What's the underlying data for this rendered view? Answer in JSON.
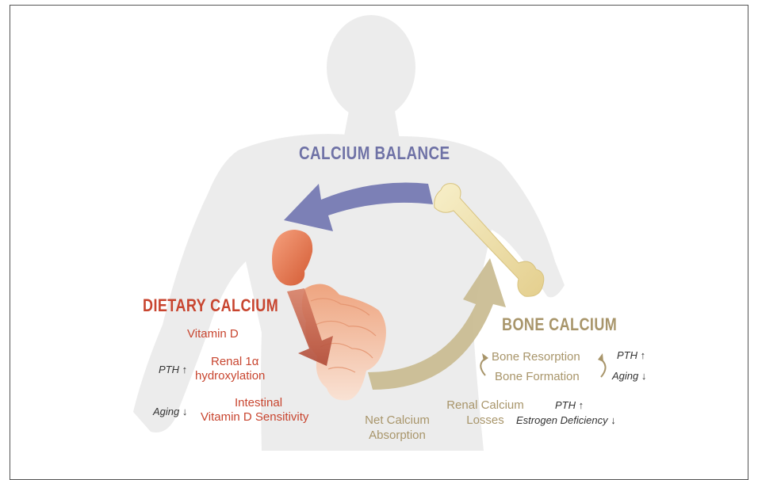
{
  "title": "CALCIUM BALANCE",
  "dietary": {
    "heading": "DIETARY CALCIUM",
    "items": [
      "Vitamin D",
      "Renal 1α",
      "hydroxylation",
      "Intestinal",
      "Vitamin D Sensitivity"
    ]
  },
  "bone": {
    "heading": "BONE CALCIUM",
    "resorption": "Bone Resorption",
    "formation": "Bone Formation"
  },
  "modifiers": {
    "pth_dietary": "PTH ↑",
    "aging_dietary": "Aging ↓",
    "pth_bone": "PTH ↑",
    "aging_bone": "Aging ↓",
    "pth_renal": "PTH ↑",
    "estrogen": "Estrogen Deficiency ↓"
  },
  "net_absorption": [
    "Net Calcium",
    "Absorption"
  ],
  "renal_losses": [
    "Renal Calcium",
    "Losses"
  ],
  "colors": {
    "blue_arrow": "#7c80b6",
    "red_arrow": "#c05a44",
    "gold_arrow": "#c9bb90",
    "title_blue": "#6f72a6",
    "dietary_red": "#c8452f",
    "bone_gold": "#a8956a",
    "body_silhouette": "#ececec"
  }
}
